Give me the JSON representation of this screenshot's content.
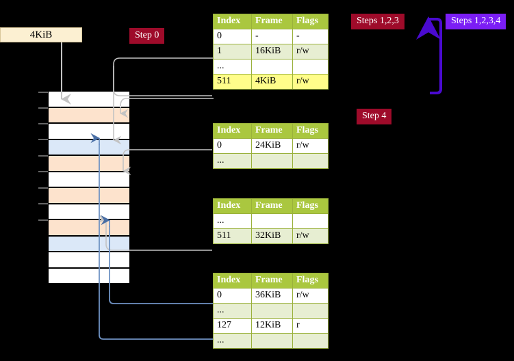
{
  "diagram": {
    "title_badges": [
      {
        "id": "step0",
        "label": "Step 0",
        "color": "#9e0b2a",
        "kind": "red"
      },
      {
        "id": "steps123",
        "label": "Steps 1,2,3",
        "color": "#9e0b2a",
        "kind": "red"
      },
      {
        "id": "steps1234",
        "label": "Steps 1,2,3,4",
        "color": "#7b1ef5",
        "kind": "violet"
      },
      {
        "id": "step4",
        "label": "Step 4",
        "color": "#9e0b2a",
        "kind": "red"
      }
    ],
    "memory_label": "4KiB",
    "colors": {
      "header_green": "#aac73f",
      "row_green": "#e7eed2",
      "highlight_yellow": "#fffd8a",
      "badge_red": "#9e0b2a",
      "badge_violet": "#7b1ef5",
      "mem_orange": "#fde3cd",
      "mem_blue": "#dbe8f8",
      "mem_label_bg": "#fcf0d2",
      "wire_gray": "#bdbdbd",
      "wire_blue": "#7093c4",
      "arrow_violet": "#4a0ad0"
    },
    "memory_rows": [
      {
        "index": 0,
        "fill": "white"
      },
      {
        "index": 1,
        "fill": "orange"
      },
      {
        "index": 2,
        "fill": "white"
      },
      {
        "index": 3,
        "fill": "blue"
      },
      {
        "index": 4,
        "fill": "orange"
      },
      {
        "index": 5,
        "fill": "white"
      },
      {
        "index": 6,
        "fill": "orange"
      },
      {
        "index": 7,
        "fill": "white"
      },
      {
        "index": 8,
        "fill": "orange"
      },
      {
        "index": 9,
        "fill": "blue"
      },
      {
        "index": 10,
        "fill": "white"
      },
      {
        "index": 11,
        "fill": "white"
      },
      {
        "index": 12,
        "fill": "white"
      }
    ],
    "tables": [
      {
        "id": "table-l4",
        "columns": [
          "Index",
          "Frame",
          "Flags"
        ],
        "rows": [
          {
            "index": "0",
            "frame": "-",
            "flags": "-",
            "shade": "odd",
            "highlight": false
          },
          {
            "index": "1",
            "frame": "16KiB",
            "flags": "r/w",
            "shade": "even",
            "highlight": false
          },
          {
            "index": "...",
            "frame": "",
            "flags": "",
            "shade": "odd",
            "highlight": false
          },
          {
            "index": "511",
            "frame": "4KiB",
            "flags": "r/w",
            "shade": "even",
            "highlight": true
          }
        ]
      },
      {
        "id": "table-l3",
        "columns": [
          "Index",
          "Frame",
          "Flags"
        ],
        "rows": [
          {
            "index": "0",
            "frame": "24KiB",
            "flags": "r/w",
            "shade": "odd",
            "highlight": false
          },
          {
            "index": "...",
            "frame": "",
            "flags": "",
            "shade": "even",
            "highlight": false
          }
        ]
      },
      {
        "id": "table-l2",
        "columns": [
          "Index",
          "Frame",
          "Flags"
        ],
        "rows": [
          {
            "index": "...",
            "frame": "",
            "flags": "",
            "shade": "odd",
            "highlight": false
          },
          {
            "index": "511",
            "frame": "32KiB",
            "flags": "r/w",
            "shade": "even",
            "highlight": false
          }
        ]
      },
      {
        "id": "table-l1",
        "columns": [
          "Index",
          "Frame",
          "Flags"
        ],
        "rows": [
          {
            "index": "0",
            "frame": "36KiB",
            "flags": "r/w",
            "shade": "odd",
            "highlight": false
          },
          {
            "index": "...",
            "frame": "",
            "flags": "",
            "shade": "even",
            "highlight": false
          },
          {
            "index": "127",
            "frame": "12KiB",
            "flags": "r",
            "shade": "odd",
            "highlight": false
          },
          {
            "index": "...",
            "frame": "",
            "flags": "",
            "shade": "even",
            "highlight": false
          }
        ]
      }
    ]
  }
}
